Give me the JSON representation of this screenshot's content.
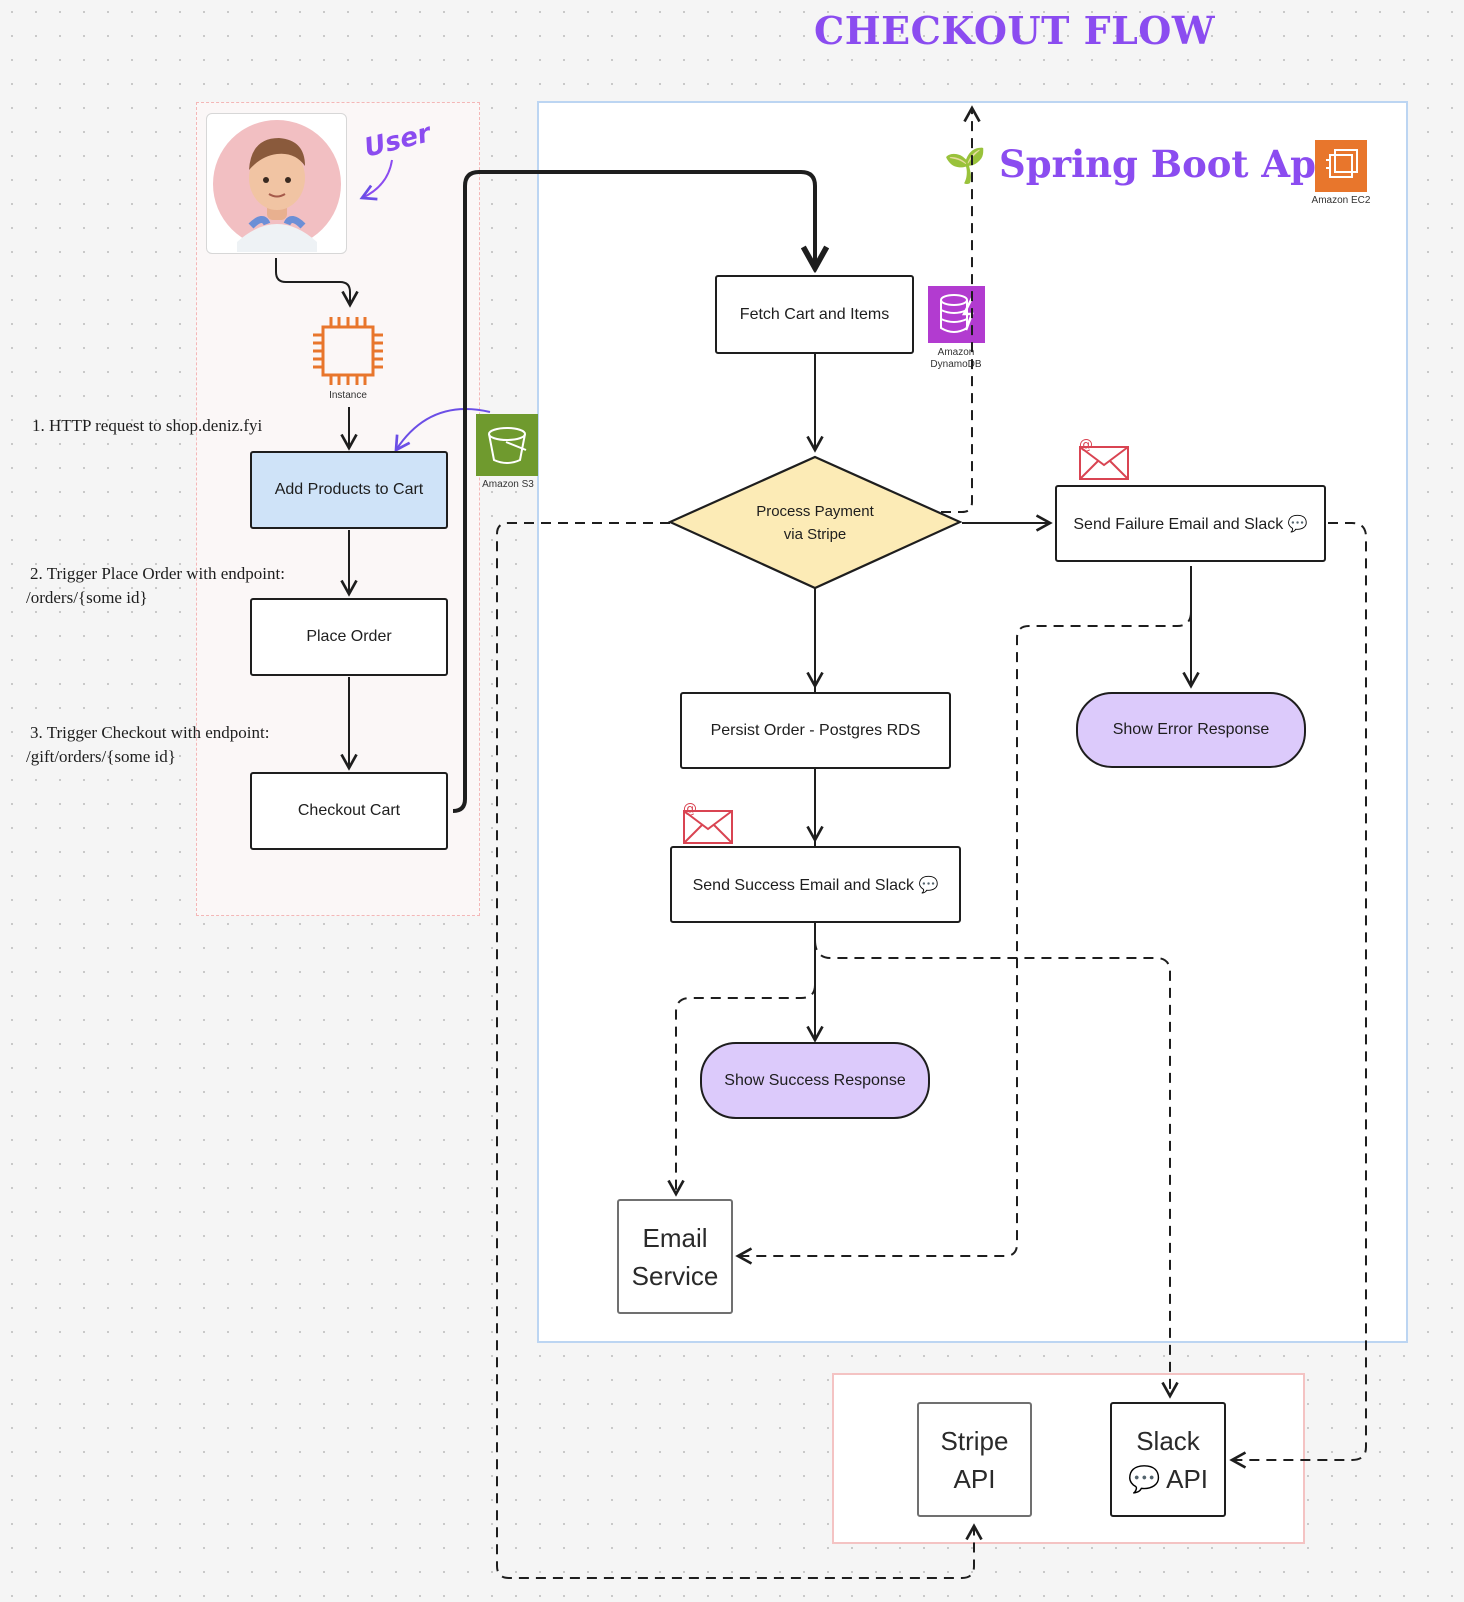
{
  "title": "CHECKOUT FLOW",
  "spring_boot_app": "Spring Boot App",
  "user_label": "User",
  "icons": {
    "instance": "Instance",
    "s3": "Amazon S3",
    "dynamodb_line1": "Amazon",
    "dynamodb_line2": "DynamoDB",
    "ec2": "Amazon EC2"
  },
  "notes": {
    "step1": "1.  HTTP request to shop.deniz.fyi",
    "step2_line1": "2.  Trigger Place Order with endpoint:",
    "step2_line2": "/orders/{some id}",
    "step3_line1": "3.  Trigger Checkout with endpoint:",
    "step3_line2": "/gift/orders/{some id}"
  },
  "nodes": {
    "add_products": "Add Products to Cart",
    "place_order": "Place  Order",
    "checkout_cart": "Checkout Cart",
    "fetch_cart": "Fetch Cart and Items",
    "process_payment_line1": "Process Payment",
    "process_payment_line2": "via Stripe",
    "send_failure": "Send Failure Email and Slack 💬",
    "show_error": "Show Error Response",
    "persist_order": "Persist Order - Postgres RDS",
    "send_success": "Send Success Email and Slack 💬",
    "show_success": "Show Success Response",
    "email_service_line1": "Email",
    "email_service_line2": "Service",
    "stripe_api_line1": "Stripe",
    "stripe_api_line2": "API",
    "slack_api_line1": "Slack",
    "slack_api_line2": "💬 API"
  },
  "colors": {
    "accent_purple": "#8b4cf0",
    "blue_fill": "#cfe3f8",
    "lavender_fill": "#dccafb",
    "decision_fill": "#fcebb6",
    "aws_orange": "#e8762c",
    "s3_green": "#6f9a2e",
    "dynamo_purple": "#b23bd0",
    "mail_red": "#d94452"
  }
}
